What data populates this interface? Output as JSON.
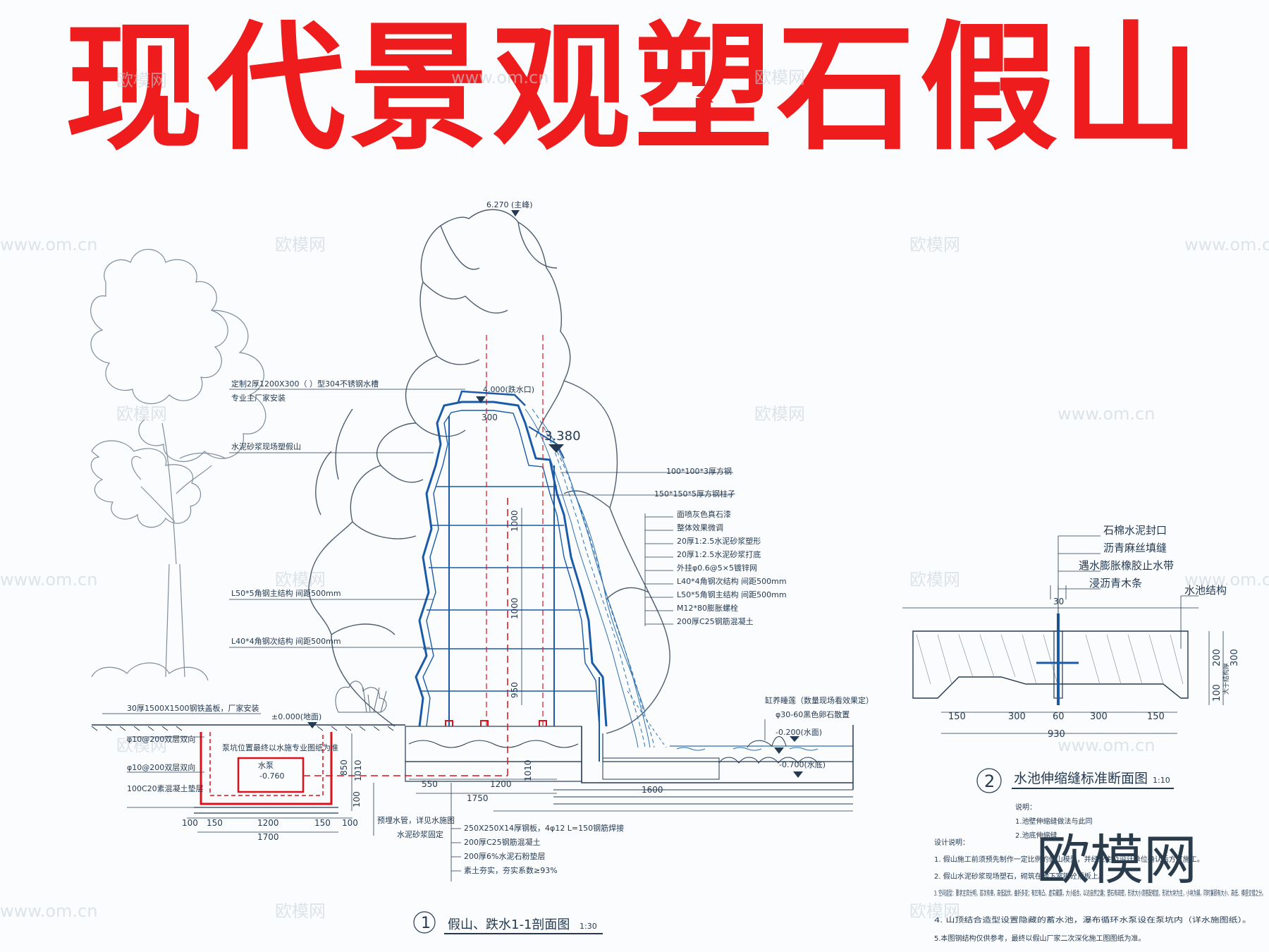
{
  "title": "现代景观塑石假山",
  "brand_watermark": "欧模网",
  "watermarks": [
    "欧模网",
    "www.om.cn"
  ],
  "section1": {
    "number": "1",
    "title": "假山、跌水1-1剖面图",
    "scale": "1:30",
    "elevations": [
      {
        "id": "peak",
        "value": "6.270",
        "note": "(主峰)"
      },
      {
        "id": "outlet",
        "value": "4.000",
        "note": "(跌水口)"
      },
      {
        "id": "mid",
        "value": "3.380",
        "note": ""
      },
      {
        "id": "ground",
        "value": "±0.000",
        "note": "(地面)"
      },
      {
        "id": "water",
        "value": "-0.200",
        "note": "(水面)"
      },
      {
        "id": "bottom",
        "value": "-0.700",
        "note": "(水底)"
      },
      {
        "id": "pump",
        "value": "-0.760",
        "note": ""
      }
    ],
    "left_labels": [
      "定制2厚1200X300（  ）型304不锈钢水槽",
      "专业主厂家安装",
      "水泥砂浆现场塑假山",
      "L50*5角钢主结构  间距500mm",
      "L40*4角钢次结构  间距500mm",
      "30厚1500X1500钢铁盖板，厂家安装",
      "φ10@200双层双向",
      "φ10@200双层双向",
      "100C20素混凝土垫层"
    ],
    "right_labels": [
      "100*100*3厚方钢",
      "150*150*5厚方钢柱子"
    ],
    "layer_labels": [
      "面喷灰色真石漆",
      "整体效果微调",
      "20厚1:2.5水泥砂浆塑形",
      "20厚1:2.5水泥砂浆打底",
      "外挂φ0.6@5×5镀锌网",
      "L40*4角钢次结构  间距500mm",
      "L50*5角钢主结构  间距500mm",
      "M12*80膨胀螺栓",
      "200厚C25钢筋混凝土"
    ],
    "pond_labels": [
      "缸养睡莲（数量现场看效果定）",
      "φ30-60黑色卵石散置"
    ],
    "pump_labels": [
      "泵坑位置最终以水施专业图纸为准",
      "水泵"
    ],
    "pipe_labels": [
      "预埋水管，详见水施图",
      "水泥砂浆固定"
    ],
    "bottom_labels": [
      "250X250X14厚钢板，4φ12  L=150钢筋焊接",
      "200厚C25钢筋混凝土",
      "200厚6%水泥石粉垫层",
      "素土夯实，夯实系数≥93%"
    ],
    "dims_vertical": [
      "1000",
      "1000",
      "950",
      "850",
      "1010",
      "1010",
      "100"
    ],
    "dims_horizontal": [
      "300",
      "550",
      "1200",
      "1750",
      "1600",
      "100",
      "150",
      "1200",
      "150",
      "100",
      "1700"
    ]
  },
  "section2": {
    "number": "2",
    "title": "水池伸缩缝标准断面图",
    "scale": "1:10",
    "labels": [
      "石棉水泥封口",
      "沥青麻丝填缝",
      "遇水膨胀橡胶止水带",
      "浸沥青木条",
      "水池结构"
    ],
    "dims_top": [
      "30"
    ],
    "dims_bottom": [
      "150",
      "300",
      "60",
      "300",
      "150"
    ],
    "dims_total": "930",
    "dims_right": [
      "200",
      "100",
      "300"
    ],
    "right_note": "大于结构厚",
    "notes_heading": "说明：",
    "notes": [
      "1.池壁伸缩缝做法与此同",
      "2.池底伸缩缝"
    ]
  },
  "design_notes": {
    "heading": "设计说明：",
    "items": [
      "1. 假山施工前须预先制作一定比例的假山模型，并经业主及设计单位确认后方可施工。",
      "2. 假山水泥砂浆现场塑石，砌筑在地下室钢砼顶板上。",
      "3. 空间造型：要求主宾分明，层次有章，高低起伏，曲折多变；有凹有凸，虚实藏露，大小结合，以达自然之趣；塑石有疏密，形状大小须搭配相宜，形状大块为主，小块为辅，同时兼顾有大小、高低、横竖交错之分。",
      "4. 山顶结合造型设置隐藏的蓄水池，瀑布循环水泵设在泵坑内（详水施图纸）。",
      "5.本图钢结构仅供参考，最终以假山厂家二次深化施工图图纸为准。"
    ]
  },
  "colors": {
    "title": "#ee1c1c",
    "line": "#243a52",
    "dim": "#243a52",
    "structure": "#1a5aa6",
    "red": "#e0101a",
    "water": "#2d6fb0"
  }
}
